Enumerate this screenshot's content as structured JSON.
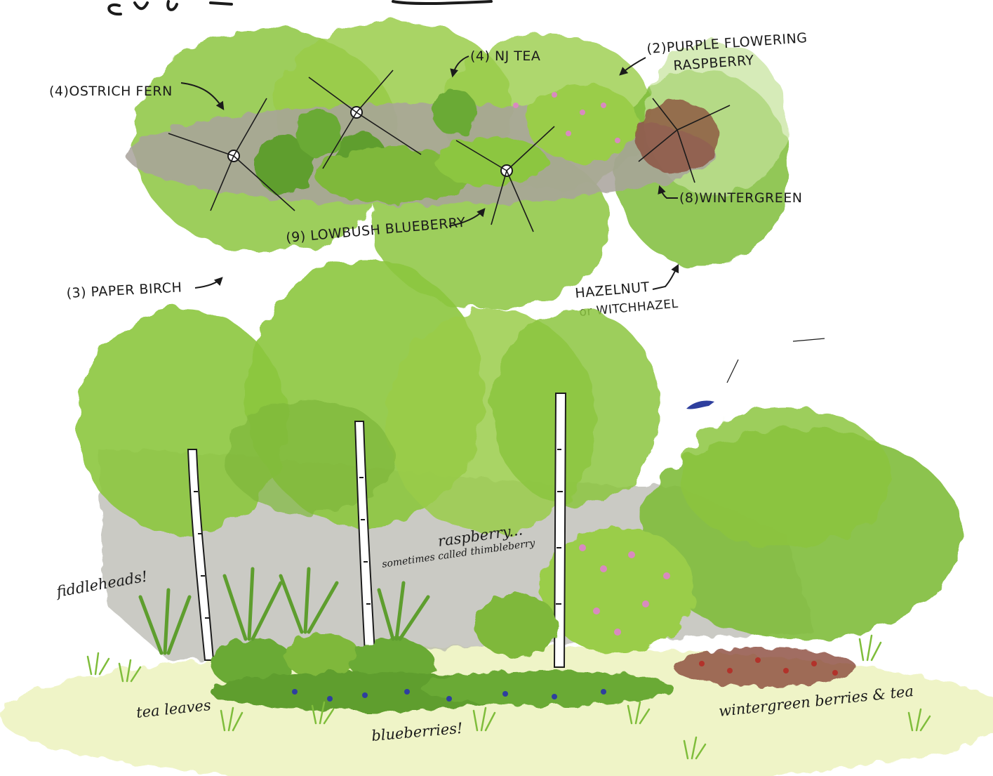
{
  "plan_labels": {
    "ostrich_fern": "(4)OSTRICH FERN",
    "nj_tea": "(4) NJ TEA",
    "purple_flowering": "(2)PURPLE FLOWERING",
    "raspberry": "RASPBERRY",
    "wintergreen": "(8)WINTERGREEN",
    "lowbush_blueberry": "(9) LOWBUSH BLUEBERRY",
    "paper_birch": "(3) PAPER BIRCH",
    "hazelnut": "HAZELNUT",
    "witchhazel": "or WITCHHAZEL"
  },
  "elevation_notes": {
    "raspberry": "raspberry...",
    "thimbleberry": "sometimes called thimbleberry",
    "fiddleheads": "fiddleheads!",
    "tea_leaves": "tea leaves",
    "blueberries": "blueberries!",
    "wintergreen_berries": "wintergreen berries & tea"
  },
  "colors": {
    "canopy_green": "#8cc63f",
    "canopy_dark": "#5e9e2e",
    "bed_gray": "#a9a39c",
    "shadow_gray": "#b4b4ac",
    "raspberry_pink": "#d98ac0",
    "wintergreen_red": "#b2322a",
    "blueberry_blue": "#2e3f9e",
    "ground_yellow": "#eef3c2",
    "ink": "#1b1b1b"
  }
}
